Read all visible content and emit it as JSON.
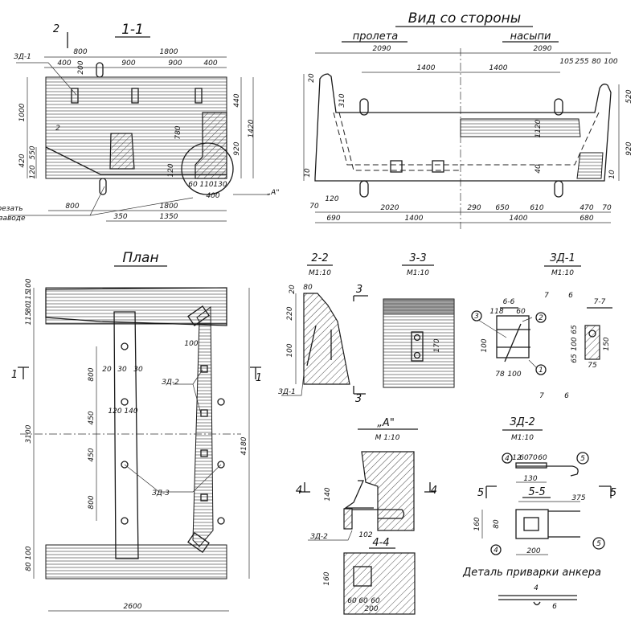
{
  "section_1_1": {
    "title": "1-1",
    "cut_mark": "2",
    "cut_mark_lower": "2",
    "callout": "ЗД-1",
    "note_line1": "срезать",
    "note_line2": "на заводе",
    "detail_ref": "„А\"",
    "dims": [
      "800",
      "1800",
      "400",
      "200",
      "900",
      "900",
      "400",
      "1000",
      "420",
      "550",
      "120",
      "440",
      "1420",
      "920",
      "780",
      "120",
      "60",
      "110",
      "130",
      "400",
      "800",
      "1800",
      "350",
      "1350"
    ]
  },
  "side_view": {
    "title": "Вид со стороны",
    "left_label": "пролета",
    "right_label": "насыпи",
    "dims": [
      "2090",
      "2090",
      "1400",
      "1400",
      "105",
      "255",
      "80",
      "100",
      "20",
      "310",
      "520",
      "1120",
      "920",
      "10",
      "40",
      "10",
      "120",
      "70",
      "2020",
      "290",
      "650",
      "610",
      "470",
      "70",
      "690",
      "1400",
      "1400",
      "680"
    ]
  },
  "plan": {
    "title": "План",
    "cut_left": "1",
    "cut_right": "1",
    "callout_zd2": "ЗД-2",
    "callout_zd3": "ЗД-3",
    "dims": [
      "3100",
      "4180",
      "800",
      "450",
      "450",
      "800",
      "20",
      "30",
      "30",
      "120 140",
      "100",
      "2600",
      "100",
      "115",
      "80",
      "115",
      "100",
      "80"
    ]
  },
  "section_2_2": {
    "title": "2-2",
    "scale": "М1:10",
    "callout": "ЗД-1",
    "cut_top": "3",
    "cut_bottom": "3",
    "dims": [
      "20",
      "80",
      "220",
      "100"
    ]
  },
  "section_3_3": {
    "title": "3-3",
    "scale": "М1:10",
    "dims": [
      "170"
    ]
  },
  "zd1": {
    "title": "ЗД-1",
    "scale": "М1:10",
    "view_6_6": "6-6",
    "view_7_7": "7-7",
    "marks": [
      "7",
      "6",
      "7",
      "6"
    ],
    "positions": [
      "1",
      "2",
      "3"
    ],
    "dims": [
      "118",
      "60",
      "100",
      "78",
      "100",
      "65",
      "100",
      "65",
      "150",
      "75"
    ]
  },
  "detail_a": {
    "title": "„А\"",
    "scale": "М 1:10",
    "cut_left": "4",
    "cut_right": "4",
    "callout": "ЗД-2",
    "section_title": "4-4",
    "dims": [
      "140",
      "102",
      "160",
      "60",
      "60",
      "60",
      "200"
    ]
  },
  "zd2": {
    "title": "ЗД-2",
    "scale": "М1:10",
    "section_title": "5-5",
    "cut_left": "5",
    "cut_right": "5",
    "positions": [
      "4",
      "5",
      "4",
      "5"
    ],
    "dims": [
      "12",
      "60",
      "70",
      "60",
      "130",
      "375",
      "160",
      "80",
      "200"
    ],
    "anchor_weld_title": "Деталь приварки анкера",
    "weld_dims": [
      "4",
      "6"
    ]
  }
}
